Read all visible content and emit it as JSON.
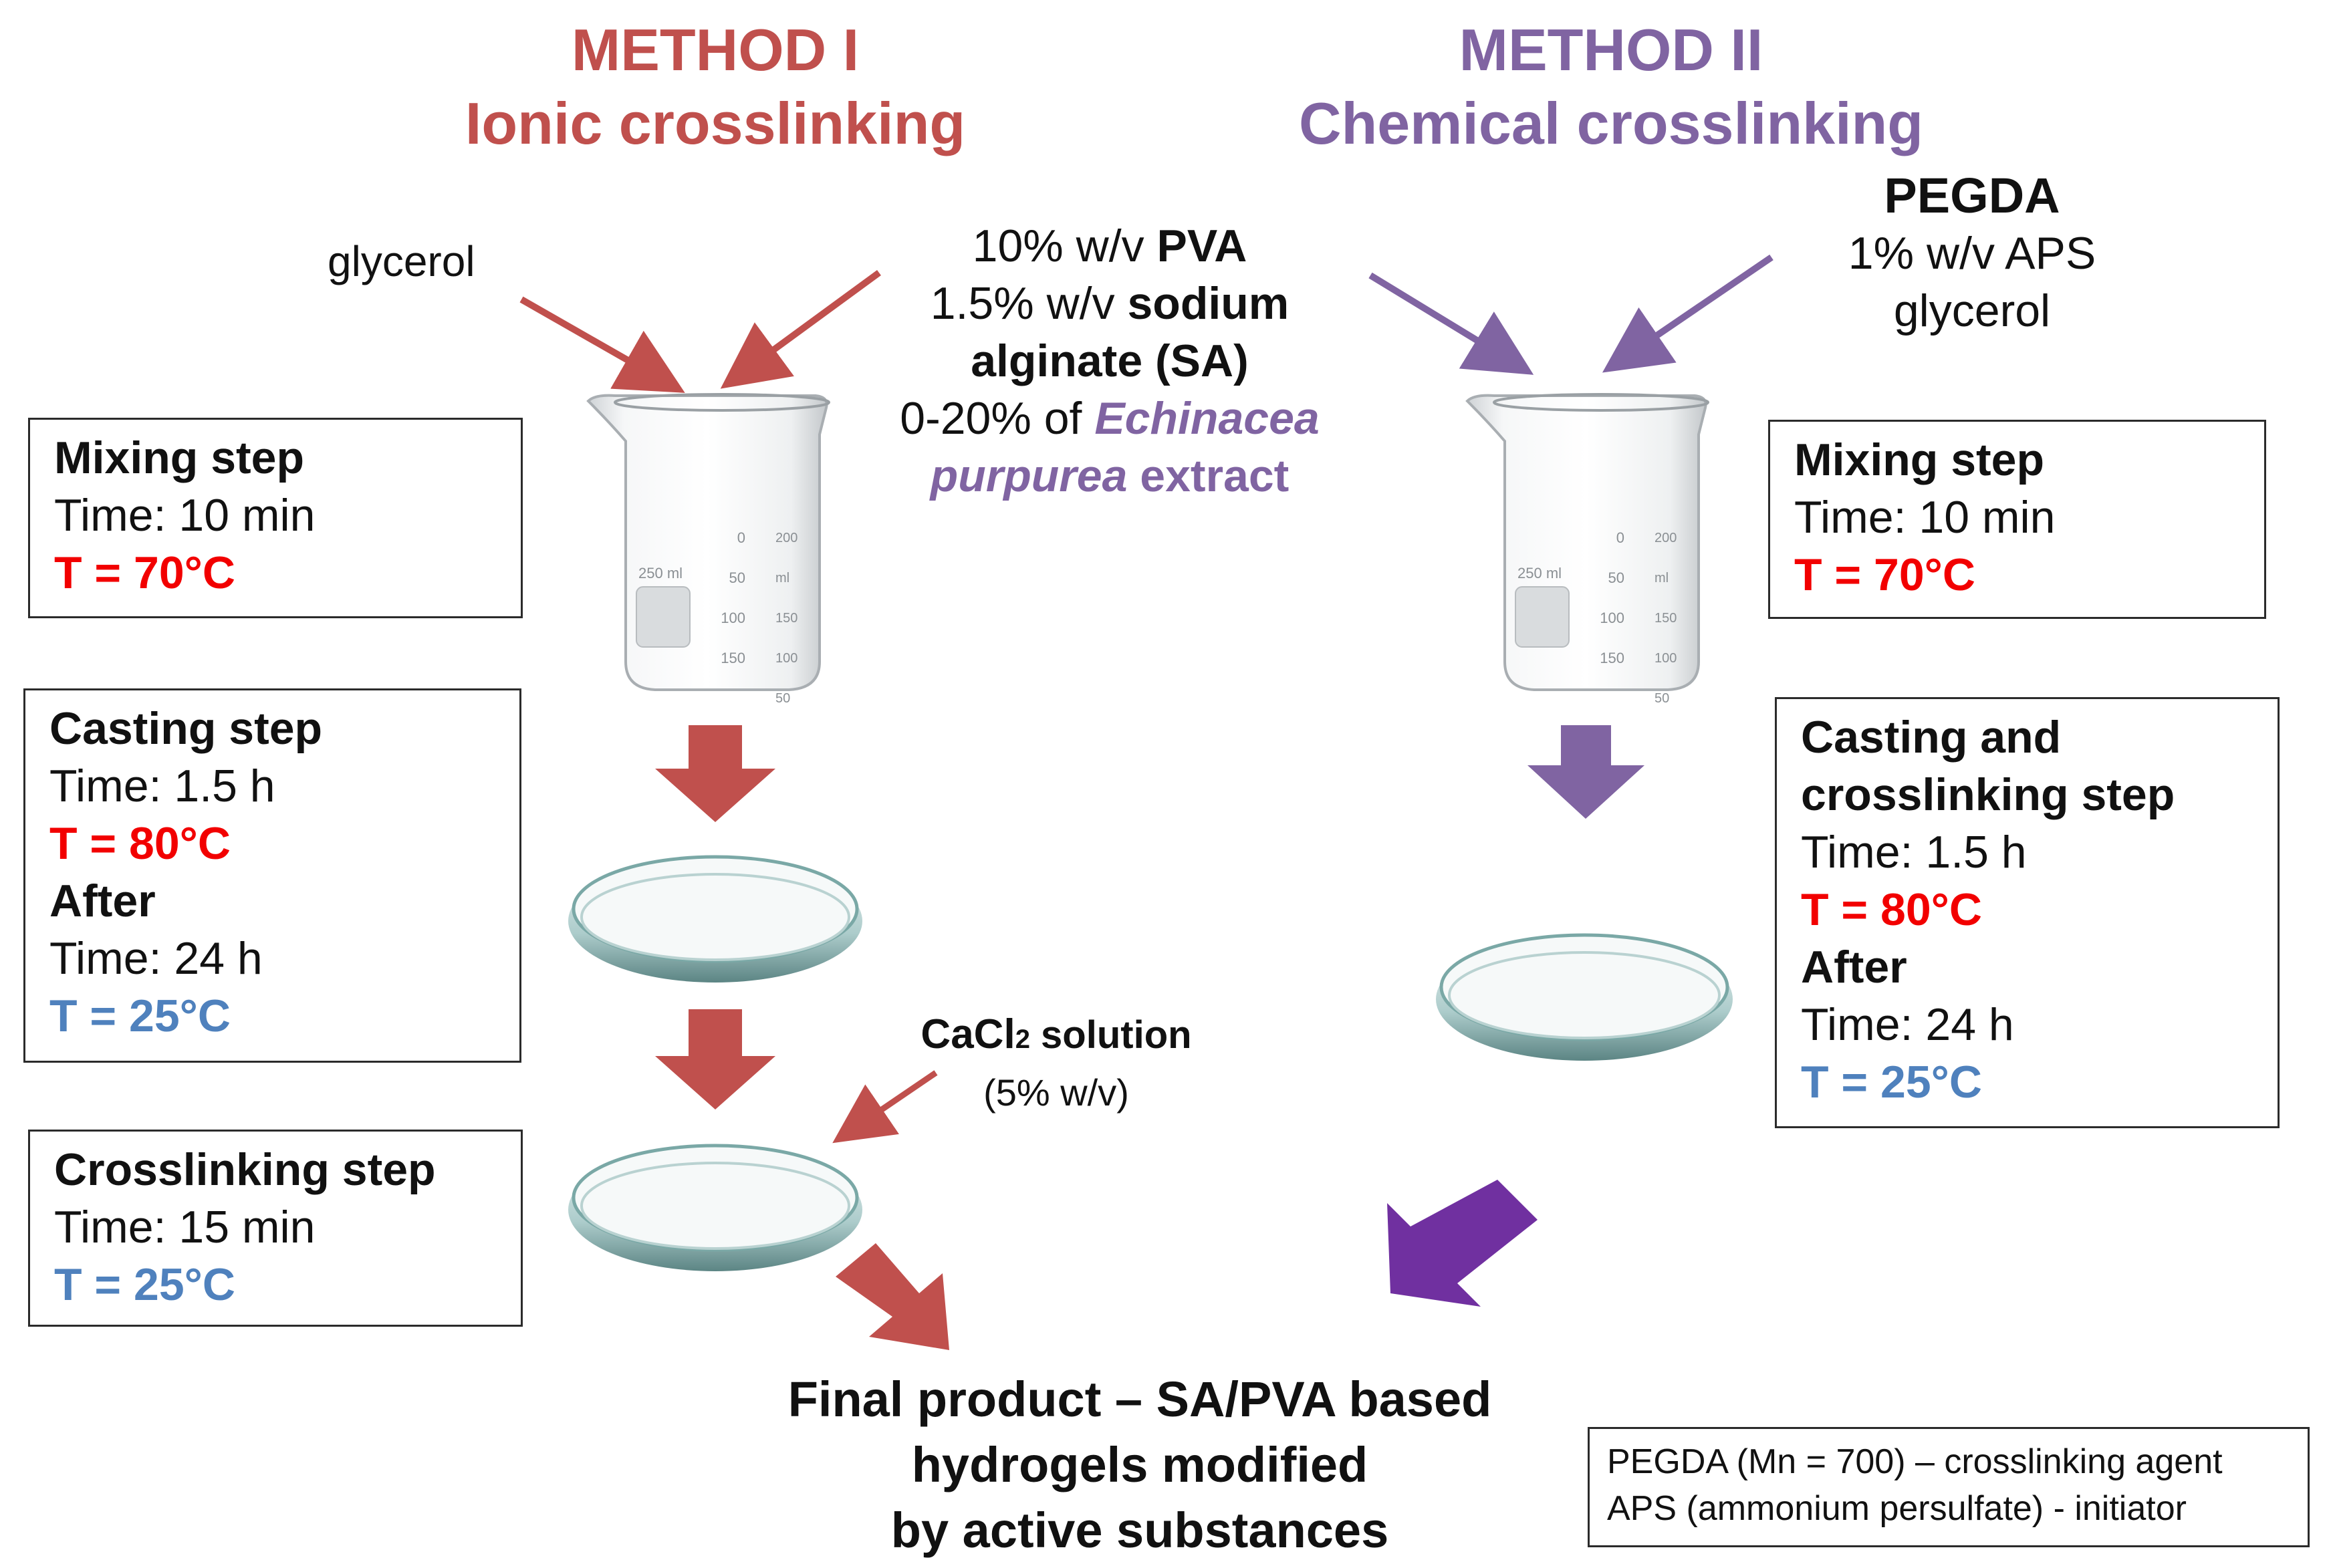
{
  "method1": {
    "title": "METHOD I",
    "subtitle": "Ionic crosslinking",
    "color": "#c0504d"
  },
  "method2": {
    "title": "METHOD II",
    "subtitle": "Chemical crosslinking",
    "color": "#8064a2"
  },
  "center_inputs": {
    "line1_prefix": "10% w/v ",
    "line1_bold": "PVA",
    "line2_prefix": "1.5% w/v ",
    "line2_bold": "sodium",
    "line3_bold": "alginate (SA)",
    "line4_prefix": "0-20% of ",
    "line4_italic": "Echinacea",
    "line5_italic": "purpurea",
    "line5_suffix": " extract"
  },
  "left_input": "glycerol",
  "right_inputs": {
    "pegda": "PEGDA",
    "aps": "1% w/v APS",
    "glycerol": "glycerol"
  },
  "left_boxes": {
    "mixing": {
      "head": "Mixing step",
      "time": "Time: 10 min",
      "temp": "T = 70°C"
    },
    "casting": {
      "head": "Casting step",
      "time": "Time: 1.5 h",
      "temp": "T = 80°C",
      "after": "After",
      "time2": "Time: 24 h",
      "temp2": "T = 25°C"
    },
    "crosslinking": {
      "head": "Crosslinking  step",
      "time": "Time: 15 min",
      "temp": "T = 25°C"
    }
  },
  "right_boxes": {
    "mixing": {
      "head": "Mixing step",
      "time": "Time: 10 min",
      "temp": "T = 70°C"
    },
    "casting": {
      "head1": "Casting and",
      "head2": "crosslinking step",
      "time": "Time: 1.5 h",
      "temp": "T = 80°C",
      "after": "After",
      "time2": "Time: 24 h",
      "temp2": "T = 25°C"
    }
  },
  "cacl2": {
    "label_main": "CaCl",
    "label_sub": "2",
    "label_suffix": " solution",
    "conc": "(5% w/v)"
  },
  "beaker": {
    "label": "250 ml",
    "ticks_left": [
      "0",
      "50",
      "100",
      "150"
    ],
    "ticks_right": [
      "200 ml",
      "150",
      "100",
      "50"
    ]
  },
  "final": {
    "line1": "Final  product – SA/PVA  based",
    "line2": "hydrogels  modified",
    "line3": "by active substances"
  },
  "legend": {
    "line1": "PEGDA (Mn  = 700) – crosslinking agent",
    "line2": "APS (ammonium persulfate) - initiator"
  },
  "colors": {
    "red_temp": "#f20000",
    "blue_temp": "#4f81bd",
    "arrow_red": "#c0504d",
    "arrow_purple": "#8064a2",
    "arrow_purple_dark": "#7030a0"
  }
}
